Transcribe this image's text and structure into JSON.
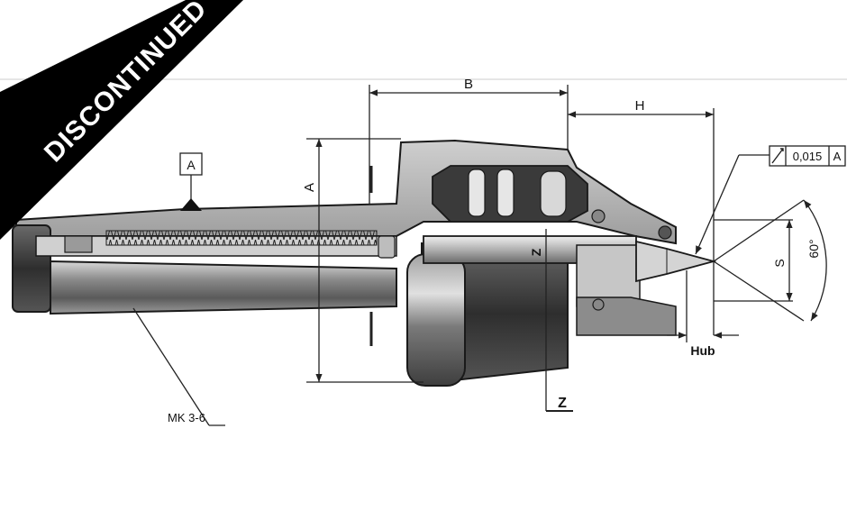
{
  "banner": {
    "text": "DISCONTINUED"
  },
  "labels": {
    "B": "B",
    "H": "H",
    "A_box": "A",
    "A_dim": "A",
    "Z_inner": "Z",
    "Z_section": "Z",
    "S": "S",
    "angle": "60°",
    "hub": "Hub",
    "taper": "MK 3-6"
  },
  "tolerance": {
    "value": "0,015",
    "datum": "A"
  },
  "colors": {
    "banner": "#000000",
    "outline": "#1a1a1a",
    "body_metal": "#b8b8b8",
    "dark_metal": "#4a4a4a",
    "dimension_line": "#222222"
  }
}
